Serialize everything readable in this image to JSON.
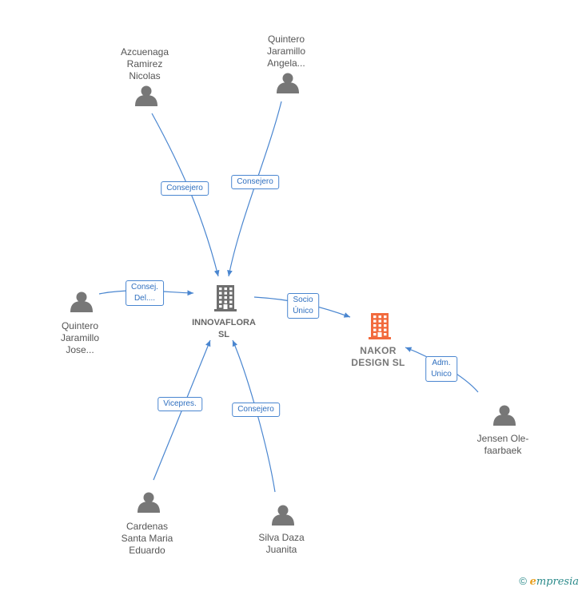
{
  "nodes": [
    {
      "id": "azcuenaga",
      "label": "Azcuenaga\nRamirez\nNicolas",
      "type": "person"
    },
    {
      "id": "quintero_angela",
      "label": "Quintero\nJaramillo\nAngela...",
      "type": "person"
    },
    {
      "id": "quintero_jose",
      "label": "Quintero\nJaramillo\nJose...",
      "type": "person"
    },
    {
      "id": "innovaflora",
      "label": "INNOVAFLORA\nSL",
      "type": "company"
    },
    {
      "id": "nakor",
      "label": "NAKOR\nDESIGN SL",
      "type": "company-main"
    },
    {
      "id": "jensen",
      "label": "Jensen Ole-\nfaarbaek",
      "type": "person"
    },
    {
      "id": "cardenas",
      "label": "Cardenas\nSanta Maria\nEduardo",
      "type": "person"
    },
    {
      "id": "silva",
      "label": "Silva Daza\nJuanita",
      "type": "person"
    }
  ],
  "edges": [
    {
      "from": "azcuenaga",
      "to": "innovaflora",
      "label": "Consejero"
    },
    {
      "from": "quintero_angela",
      "to": "innovaflora",
      "label": "Consejero"
    },
    {
      "from": "quintero_jose",
      "to": "innovaflora",
      "label": "Consej.\nDel...."
    },
    {
      "from": "innovaflora",
      "to": "nakor",
      "label": "Socio\nÚnico"
    },
    {
      "from": "jensen",
      "to": "nakor",
      "label": "Adm.\nUnico"
    },
    {
      "from": "cardenas",
      "to": "innovaflora",
      "label": "Vicepres."
    },
    {
      "from": "silva",
      "to": "innovaflora",
      "label": "Consejero"
    }
  ],
  "colors": {
    "person": "#777777",
    "company": "#6e6e6e",
    "company_main": "#f26a3d",
    "edge": "#4a86d0"
  },
  "footer": {
    "copyright": "©",
    "brand_initial": "e",
    "brand_rest": "mpresia"
  }
}
